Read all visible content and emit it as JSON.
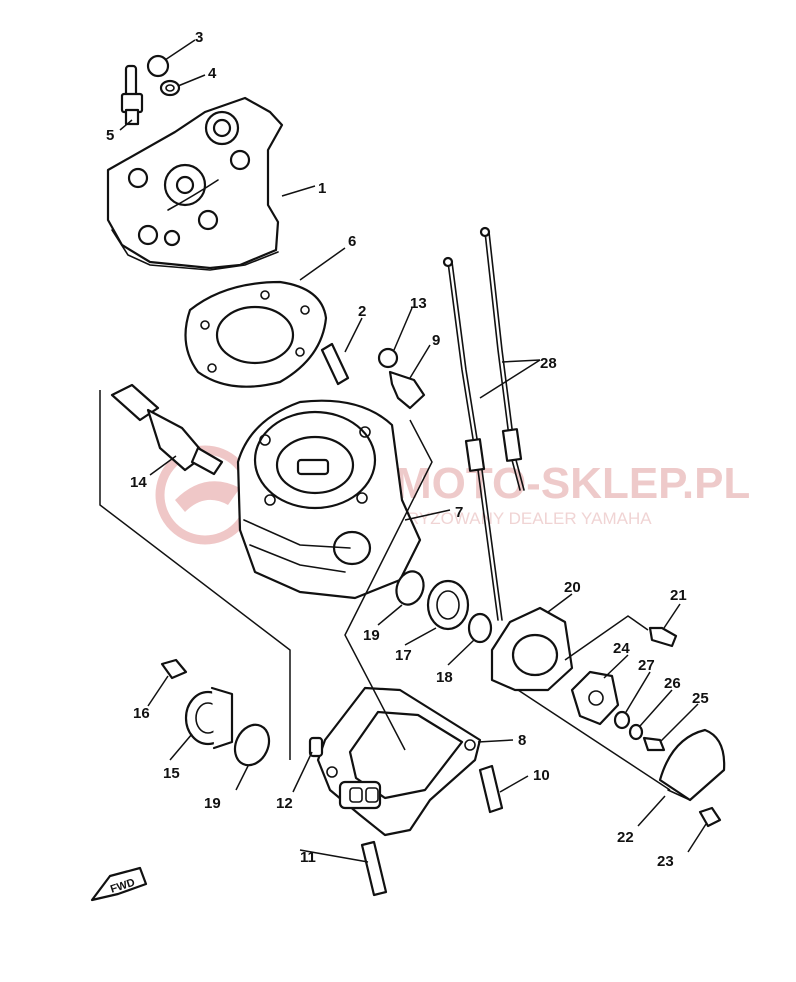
{
  "callouts": {
    "c1": "1",
    "c2": "2",
    "c3": "3",
    "c4": "4",
    "c5": "5",
    "c6": "6",
    "c7": "7",
    "c8": "8",
    "c9": "9",
    "c10": "10",
    "c11": "11",
    "c12": "12",
    "c13": "13",
    "c14": "14",
    "c15": "15",
    "c16": "16",
    "c17": "17",
    "c18": "18",
    "c19a": "19",
    "c19b": "19",
    "c20": "20",
    "c21": "21",
    "c22": "22",
    "c23": "23",
    "c24": "24",
    "c25": "25",
    "c26": "26",
    "c27": "27",
    "c28": "28"
  },
  "watermark": {
    "brand": "MOTO-SKLEP.PL",
    "subtitle": "AUTORYZOWANY DEALER YAMAHA",
    "color": "#e07a7a"
  },
  "direction_marker": "FWD",
  "colors": {
    "ink": "#111111",
    "paper": "#ffffff"
  }
}
